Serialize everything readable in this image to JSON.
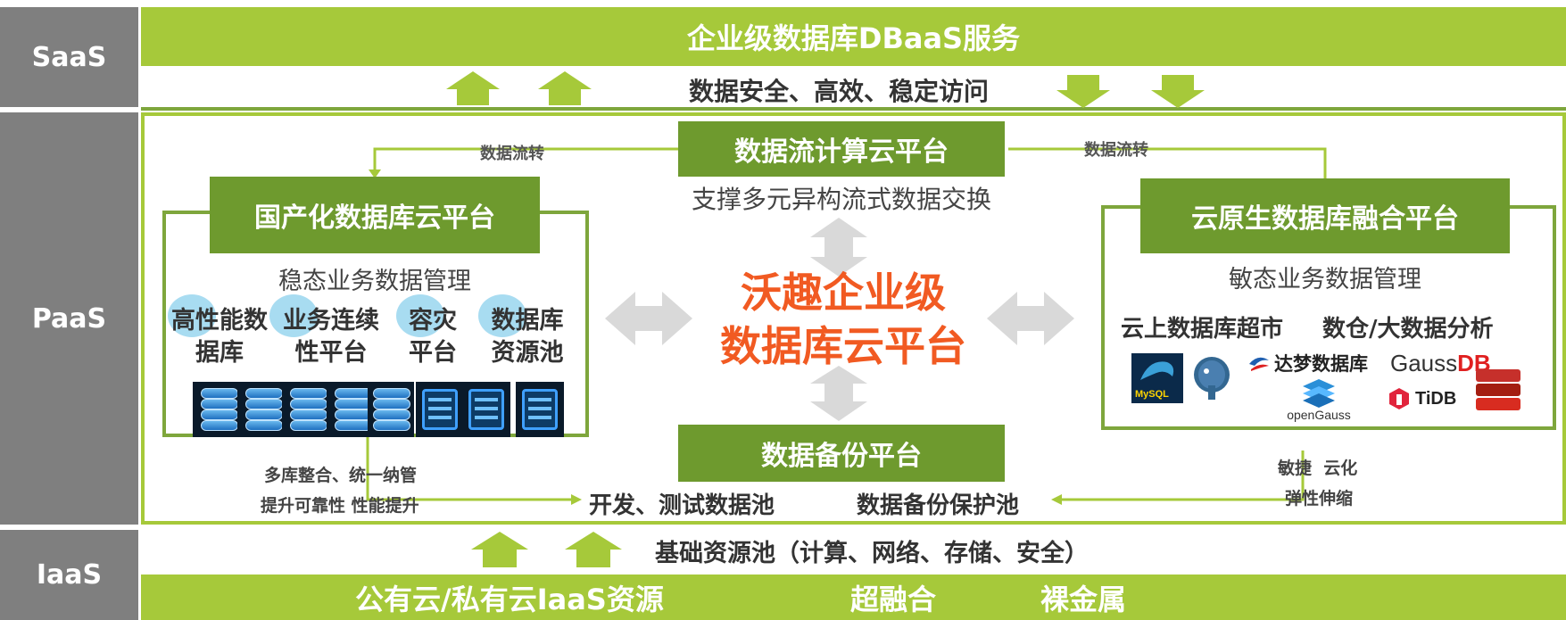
{
  "layers": {
    "saas": "SaaS",
    "paas": "PaaS",
    "iaas": "IaaS"
  },
  "saas_bar": {
    "title": "企业级数据库DBaaS服务"
  },
  "saas_sub": "数据安全、高效、稳定访问",
  "flow_label_left": "数据流转",
  "flow_label_right": "数据流转",
  "stream_platform": {
    "title": "数据流计算云平台",
    "subtitle": "支撑多元异构流式数据交换"
  },
  "domestic_platform": {
    "title": "国产化数据库云平台",
    "subtitle": "稳态业务数据管理",
    "features": [
      {
        "line1": "高性能数",
        "line2": "据库"
      },
      {
        "line1": "业务连续",
        "line2": "性平台"
      },
      {
        "line1": "容灾",
        "line2": "平台"
      },
      {
        "line1": "数据库",
        "line2": "资源池"
      }
    ]
  },
  "center_title": {
    "line1": "沃趣企业级",
    "line2": "数据库云平台"
  },
  "cloud_native_platform": {
    "title": "云原生数据库融合平台",
    "subtitle": "敏态业务数据管理",
    "features": [
      "云上数据库超市",
      "数仓/大数据分析"
    ],
    "logos": {
      "mysql": "MySQL",
      "dameng": "达梦数据库",
      "gauss_a": "Gauss",
      "gauss_b": "DB",
      "opengauss": "openGauss",
      "tidb": "TiDB"
    }
  },
  "backup_platform": {
    "title": "数据备份平台"
  },
  "left_notes": [
    "多库整合、统一纳管",
    "提升可靠性 性能提升"
  ],
  "right_notes": [
    "敏捷  云化",
    "弹性伸缩"
  ],
  "pools": {
    "dev_test": "开发、测试数据池",
    "backup": "数据备份保护池"
  },
  "iaas_sub": "基础资源池（计算、网络、存储、安全）",
  "iaas_bar": {
    "public_private": "公有云/私有云IaaS资源",
    "hyper": "超融合",
    "bare": "裸金属"
  },
  "colors": {
    "lime": "#a6c93a",
    "dark_green": "#6e9a2e",
    "gray": "#7f7f7f",
    "orange": "#f15a22",
    "arrow_gray": "#d9d9d9"
  }
}
